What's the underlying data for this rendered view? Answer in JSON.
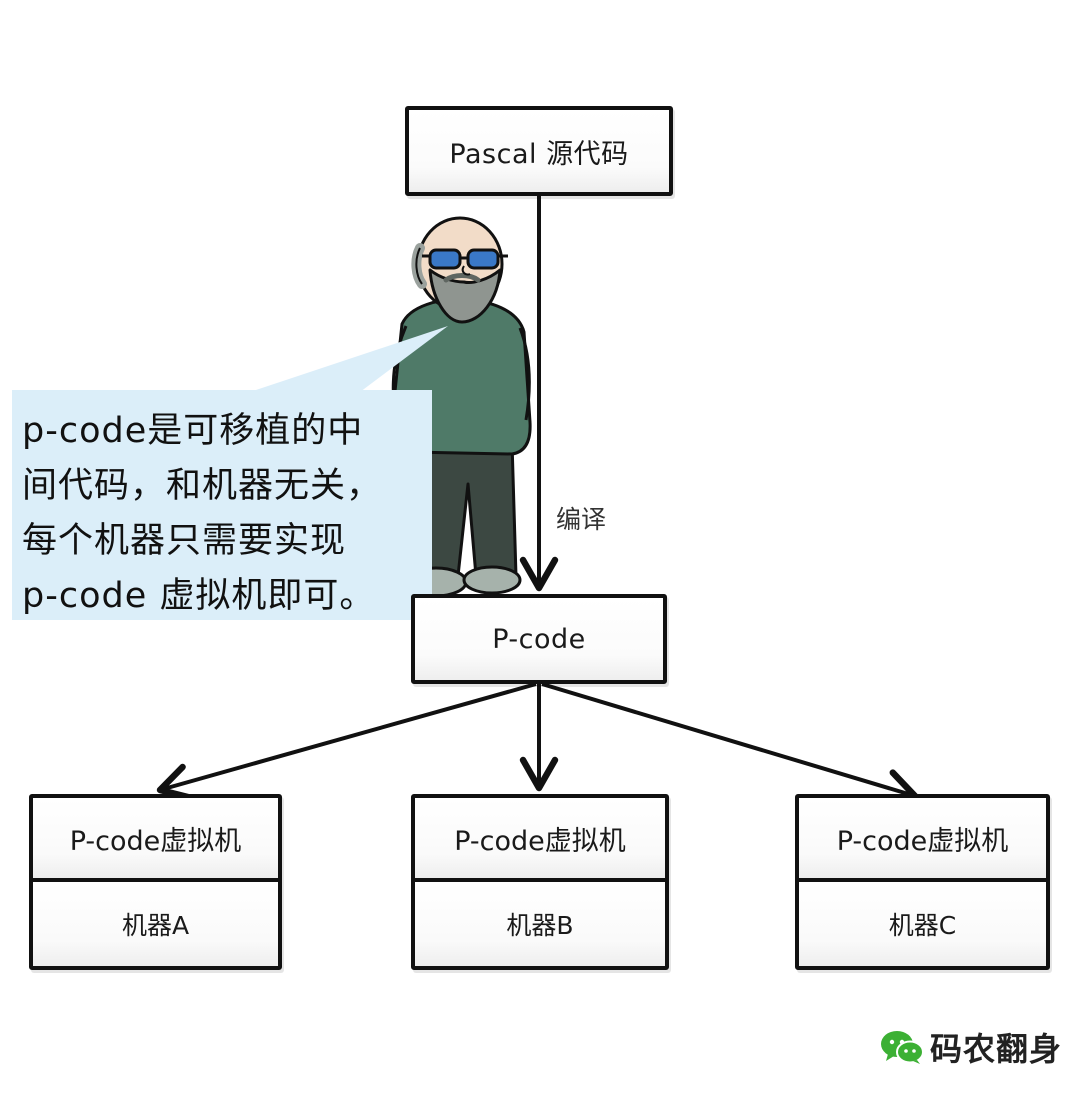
{
  "nodes": {
    "source": "Pascal 源代码",
    "pcode": "P-code",
    "vm_a": {
      "vm": "P-code虚拟机",
      "machine": "机器A"
    },
    "vm_b": {
      "vm": "P-code虚拟机",
      "machine": "机器B"
    },
    "vm_c": {
      "vm": "P-code虚拟机",
      "machine": "机器C"
    }
  },
  "edges": {
    "compile_label": "编译"
  },
  "callout": {
    "lines": [
      "p-code是可移植的中",
      "间代码，和机器无关，",
      "每个机器只需要实现",
      "p-code 虚拟机即可。"
    ]
  },
  "watermark": {
    "text": "码农翻身",
    "icon": "wechat-icon",
    "color": "#3cb034"
  },
  "colors": {
    "callout_bg": "#dbeef9",
    "sweater": "#4f7a68",
    "pants": "#3c4842"
  }
}
